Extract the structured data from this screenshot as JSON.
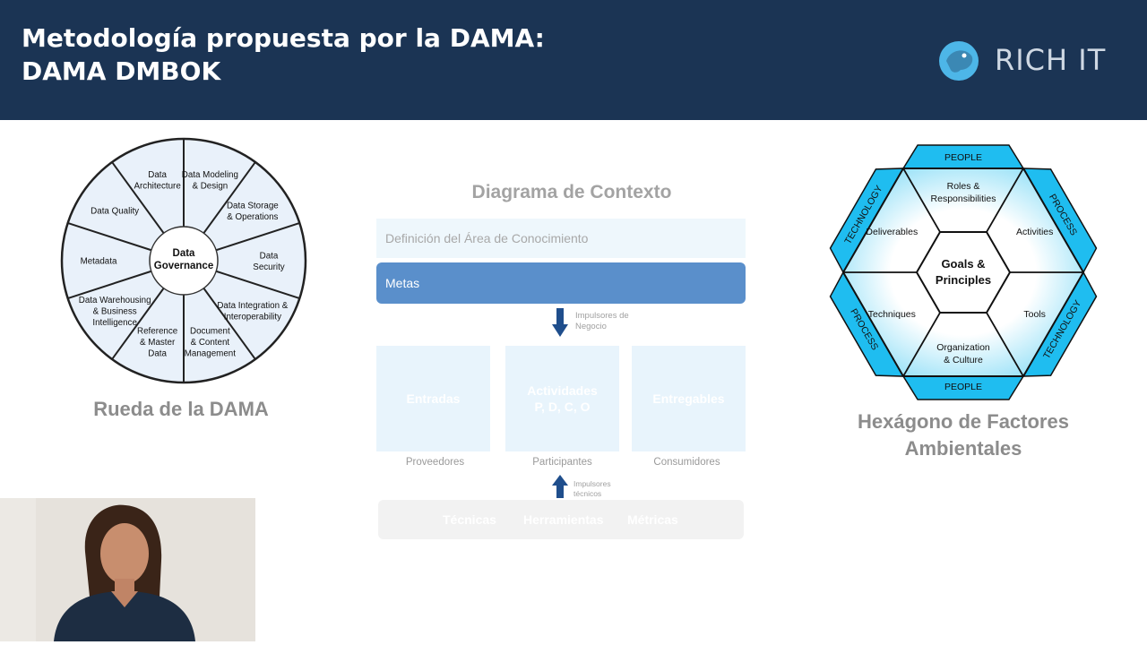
{
  "header": {
    "title_line1": "Metodología propuesta por la DAMA:",
    "title_line2": "DAMA DMBOK",
    "logo_text": "RICH IT"
  },
  "wheel": {
    "center_line1": "Data",
    "center_line2": "Governance",
    "segments": [
      [
        "Data Modeling",
        "& Design"
      ],
      [
        "Data Storage",
        "& Operations"
      ],
      [
        "Data",
        "Security"
      ],
      [
        "Data Integration &",
        "Interoperability"
      ],
      [
        "Document",
        "& Content",
        "Management"
      ],
      [
        "Reference",
        "& Master",
        "Data"
      ],
      [
        "Data Warehousing",
        "& Business",
        "Intelligence"
      ],
      [
        "Metadata"
      ],
      [
        "Data Quality"
      ],
      [
        "Data",
        "Architecture"
      ]
    ],
    "caption": "Rueda de la DAMA"
  },
  "context": {
    "title": "Diagrama de Contexto",
    "definition": "Definición del Área de Conocimiento",
    "metas": "Metas",
    "business_drivers": [
      "Impulsores de",
      "Negocio"
    ],
    "boxes": [
      {
        "label": [
          "Entradas"
        ],
        "sub": "Proveedores"
      },
      {
        "label": [
          "Actividades",
          "P, D, C, O"
        ],
        "sub": "Participantes"
      },
      {
        "label": [
          "Entregables"
        ],
        "sub": "Consumidores"
      }
    ],
    "tech_drivers": [
      "Impulsores",
      "técnicos"
    ],
    "tools": [
      "Técnicas",
      "Herramientas",
      "Métricas"
    ]
  },
  "hexagon": {
    "center_line1": "Goals &",
    "center_line2": "Principles",
    "inner": [
      [
        "Roles &",
        "Responsibilities"
      ],
      [
        "Activities"
      ],
      [
        "Tools"
      ],
      [
        "Organization",
        "& Culture"
      ],
      [
        "Techniques"
      ],
      [
        "Deliverables"
      ]
    ],
    "outer": [
      "PEOPLE",
      "PROCESS",
      "TECHNOLOGY",
      "PEOPLE",
      "PROCESS",
      "TECHNOLOGY"
    ],
    "caption_line1": "Hexágono de Factores",
    "caption_line2": "Ambientales"
  },
  "colors": {
    "header_bg": "#1b3454",
    "metas_bg": "#5a8fcb",
    "hex_accent": "#1fbdf0",
    "wheel_fill": "#e9f1fa"
  }
}
